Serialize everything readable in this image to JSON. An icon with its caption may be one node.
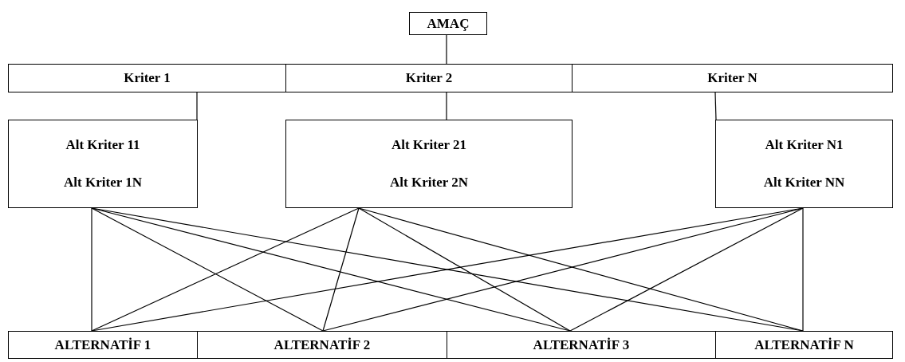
{
  "diagram": {
    "nodes": [
      {
        "text": [
          "AMAÇ"
        ]
      },
      {
        "text": [
          "Kriter 1"
        ]
      },
      {
        "text": [
          "Kriter 2"
        ]
      },
      {
        "text": [
          "Kriter N"
        ]
      },
      {
        "text": [
          "Alt Kriter 11",
          "Alt Kriter 1N"
        ]
      },
      {
        "text": [
          "Alt Kriter 21",
          "Alt Kriter 2N"
        ]
      },
      {
        "text": [
          "Alt Kriter N1",
          "Alt Kriter NN"
        ]
      },
      {
        "text": [
          "ALTERNATİF 1"
        ]
      },
      {
        "text": [
          "ALTERNATİF 2"
        ]
      },
      {
        "text": [
          "ALTERNATİF 3"
        ]
      },
      {
        "text": [
          "ALTERNATİF N"
        ]
      }
    ],
    "edges": [
      {
        "from": 0,
        "to": 2,
        "arrow": "none"
      },
      {
        "from": 1,
        "to": 4,
        "arrow": "none"
      },
      {
        "from": 2,
        "to": 5,
        "arrow": "none"
      },
      {
        "from": 3,
        "to": 6,
        "arrow": "none"
      },
      {
        "from": 4,
        "to": 7,
        "arrow": "none"
      },
      {
        "from": 4,
        "to": 8,
        "arrow": "none"
      },
      {
        "from": 4,
        "to": 9,
        "arrow": "none"
      },
      {
        "from": 4,
        "to": 10,
        "arrow": "none"
      },
      {
        "from": 5,
        "to": 7,
        "arrow": "none"
      },
      {
        "from": 5,
        "to": 8,
        "arrow": "none"
      },
      {
        "from": 5,
        "to": 9,
        "arrow": "none"
      },
      {
        "from": 5,
        "to": 10,
        "arrow": "none"
      },
      {
        "from": 6,
        "to": 7,
        "arrow": "none"
      },
      {
        "from": 6,
        "to": 8,
        "arrow": "none"
      },
      {
        "from": 6,
        "to": 9,
        "arrow": "none"
      },
      {
        "from": 6,
        "to": 10,
        "arrow": "none"
      }
    ]
  }
}
